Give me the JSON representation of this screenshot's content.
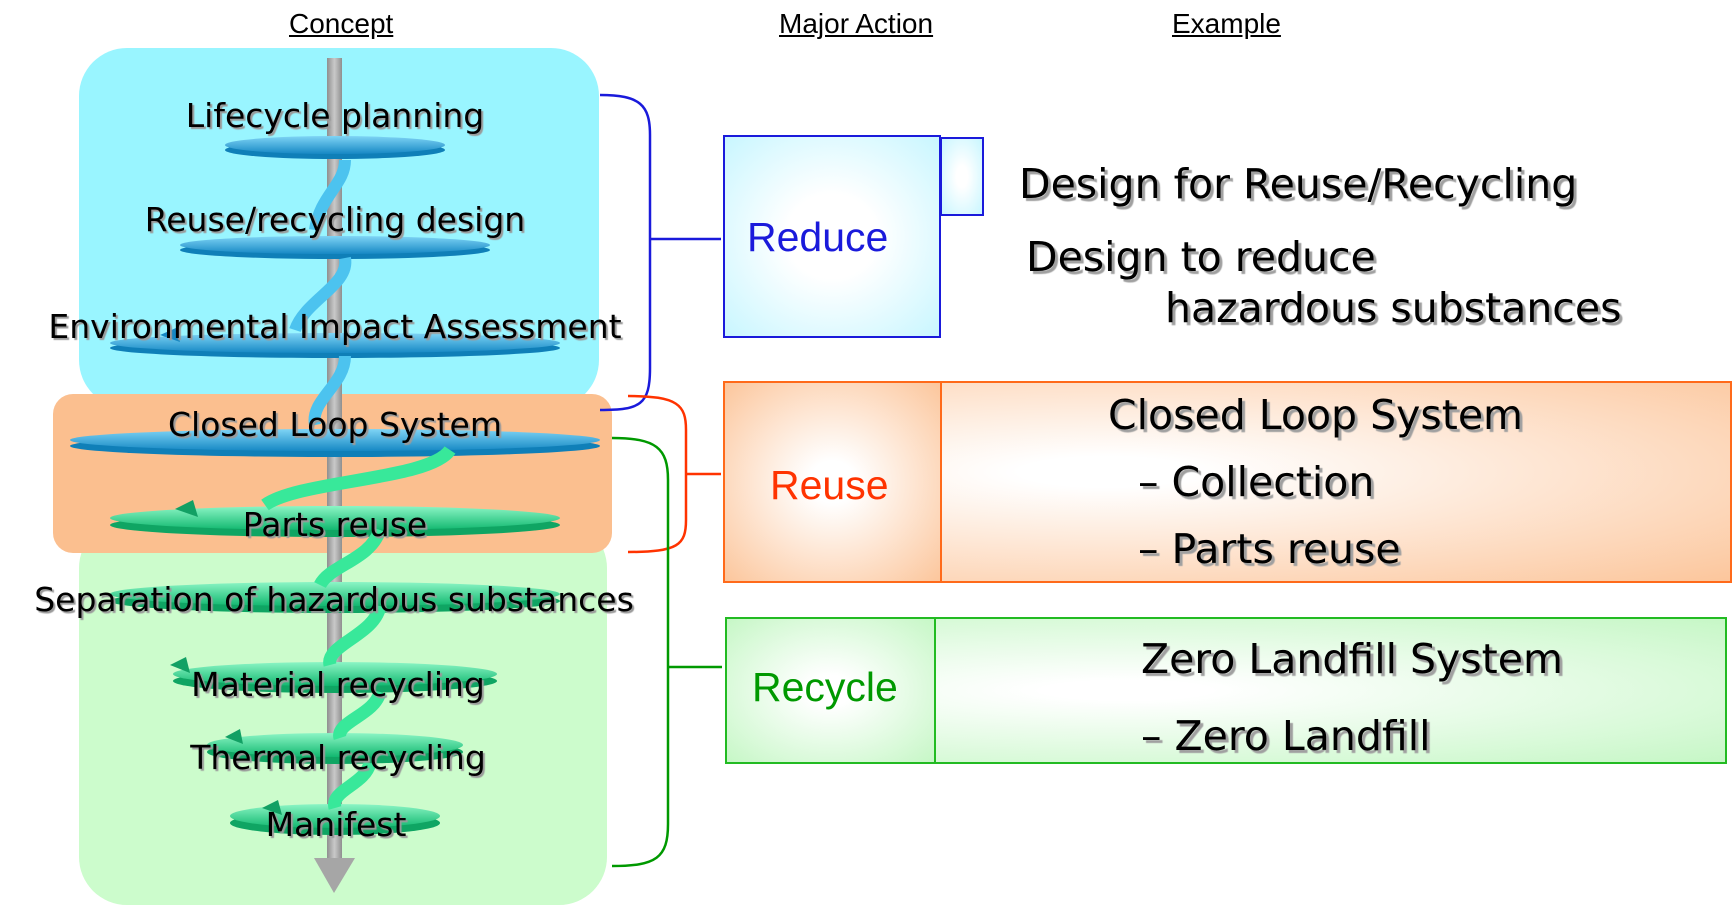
{
  "headers": {
    "concept": "Concept",
    "major_action": "Major Action",
    "example": "Example"
  },
  "stages": [
    {
      "label": "Lifecycle planning",
      "group": "reduce"
    },
    {
      "label": "Reuse/recycling design",
      "group": "reduce"
    },
    {
      "label": "Environmental Impact Assessment",
      "group": "reduce"
    },
    {
      "label": "Closed Loop System",
      "group": "reuse"
    },
    {
      "label": "Parts reuse",
      "group": "reuse"
    },
    {
      "label": "Separation of hazardous substances",
      "group": "recycle"
    },
    {
      "label": "Material recycling",
      "group": "recycle"
    },
    {
      "label": "Thermal recycling",
      "group": "recycle"
    },
    {
      "label": "Manifest",
      "group": "recycle"
    }
  ],
  "actions": {
    "reduce": {
      "label": "Reduce",
      "color": "#1a1adb"
    },
    "reuse": {
      "label": "Reuse",
      "color": "#ff3300"
    },
    "recycle": {
      "label": "Recycle",
      "color": "#009900"
    }
  },
  "examples": {
    "reduce": {
      "line1": "Design for Reuse/Recycling",
      "line2": "Design to reduce",
      "line3": "hazardous substances"
    },
    "reuse": {
      "title": "Closed Loop System",
      "item1": "–  Collection",
      "item2": "–  Parts reuse"
    },
    "recycle": {
      "title": "Zero Landfill System",
      "item1": "–  Zero Landfill"
    }
  },
  "colors": {
    "reduce_bg": "#99f5ff",
    "reuse_bg": "#fbbf8f",
    "recycle_bg": "#ccfccc",
    "disc_blue": "#2aa3d8",
    "disc_green": "#22d98a"
  }
}
